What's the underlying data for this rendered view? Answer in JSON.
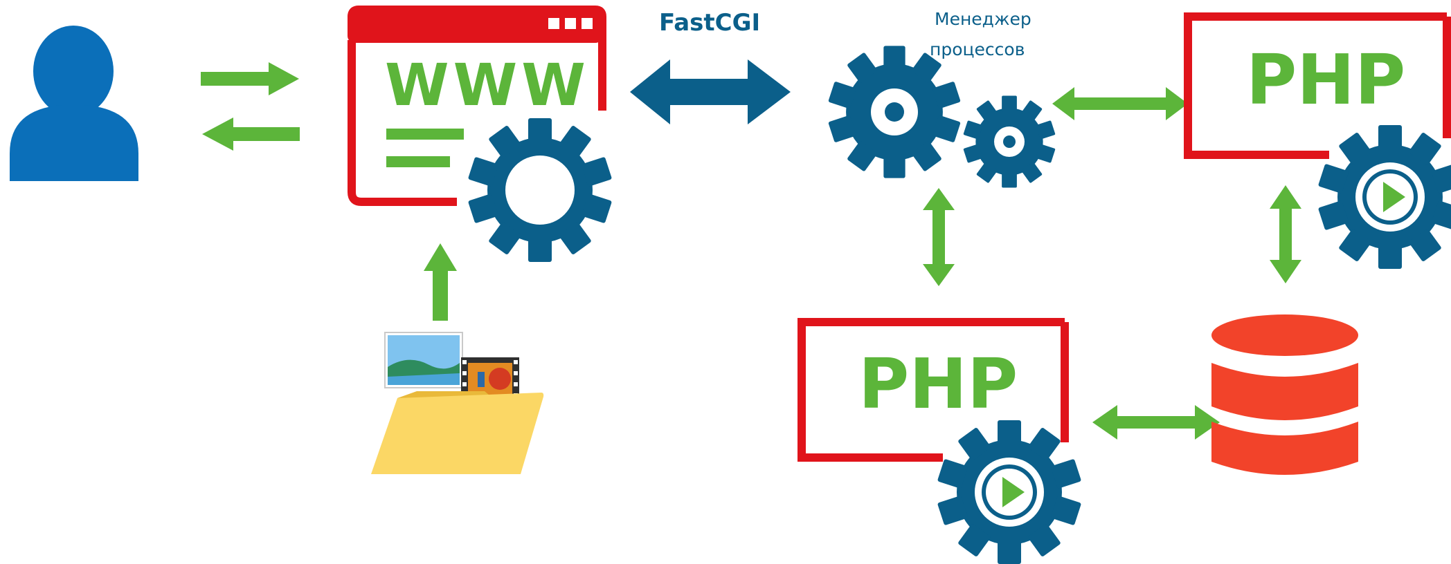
{
  "labels": {
    "fastcgi": "FastCGI",
    "process_manager_line1": "Менеджер",
    "process_manager_line2": "процессов",
    "www": "WWW",
    "php_top": "PHP",
    "php_bottom": "PHP"
  },
  "colors": {
    "blue": "#0b5f8a",
    "user_blue": "#0b6fb9",
    "green": "#5cb53a",
    "red": "#e0141b",
    "db_red": "#f2432a",
    "folder_yellow": "#fbd765"
  },
  "icons": [
    "user-icon",
    "web-server-window-icon",
    "gear-icon",
    "double-gear-icon",
    "database-icon",
    "folder-icon",
    "image-icon",
    "video-icon",
    "play-icon"
  ]
}
